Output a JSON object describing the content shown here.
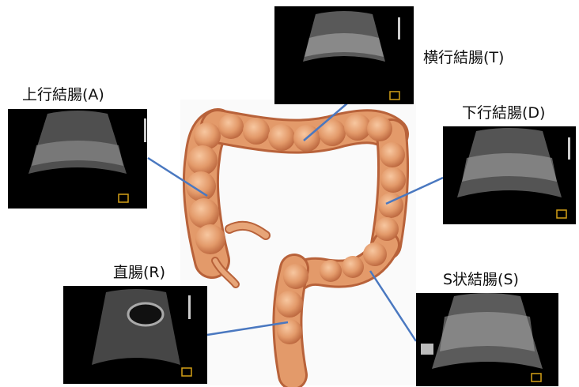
{
  "labels": {
    "ascending": "上行結腸(A)",
    "transverse": "横行結腸(T)",
    "descending": "下行結腸(D)",
    "sigmoid": "S状結腸(S)",
    "rectum": "直腸(R)"
  },
  "colors": {
    "colon_fill": "#e39a6a",
    "colon_shadow": "#b8623a",
    "connector": "#4a78c0",
    "ultrasound_bg": "#000000"
  }
}
